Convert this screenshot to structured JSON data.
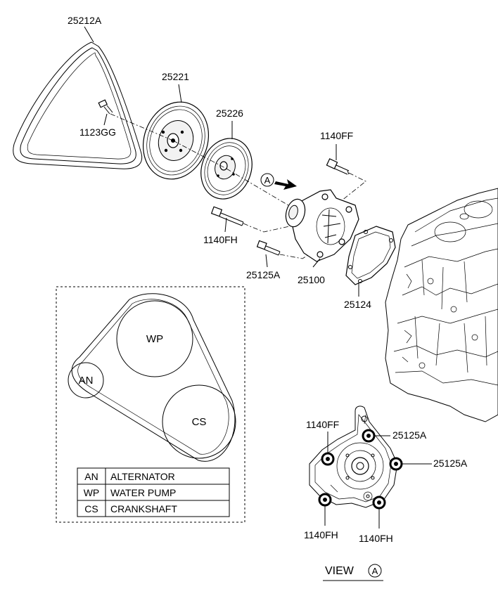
{
  "part_labels": {
    "belt": "25212A",
    "idler_pulley": "25221",
    "bolt_idler": "1123GG",
    "pump_pulley": "25226",
    "bolt_ff_top": "1140FF",
    "bolt_fh_left": "1140FH",
    "bolt_125a_left": "25125A",
    "water_pump": "25100",
    "gasket": "25124"
  },
  "view_marker": "A",
  "belt_layout": {
    "circles": [
      {
        "abbr": "AN"
      },
      {
        "abbr": "WP"
      },
      {
        "abbr": "CS"
      }
    ],
    "legend": [
      {
        "abbr": "AN",
        "name": "ALTERNATOR"
      },
      {
        "abbr": "WP",
        "name": "WATER PUMP"
      },
      {
        "abbr": "CS",
        "name": "CRANKSHAFT"
      }
    ]
  },
  "view_a": {
    "labels": {
      "ff": "1140FF",
      "a_top": "25125A",
      "a_right": "25125A",
      "fh_left": "1140FH",
      "fh_right": "1140FH"
    },
    "title": "VIEW",
    "title_marker": "A"
  }
}
